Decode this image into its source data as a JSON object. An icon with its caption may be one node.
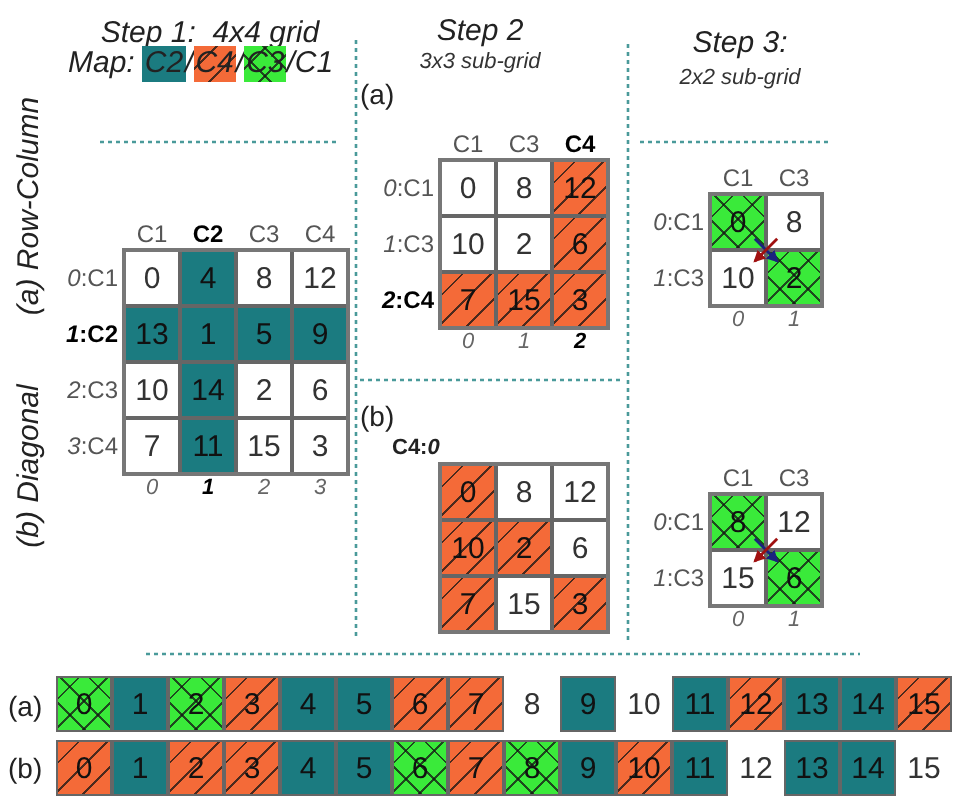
{
  "diagram": {
    "nodes": [
      {
        "text": [
          "0"
        ]
      },
      {
        "text": [
          "4"
        ]
      },
      {
        "text": [
          "8"
        ]
      },
      {
        "text": [
          "12"
        ]
      },
      {
        "text": [
          "13"
        ]
      },
      {
        "text": [
          "1"
        ]
      },
      {
        "text": [
          "5"
        ]
      },
      {
        "text": [
          "9"
        ]
      },
      {
        "text": [
          "10"
        ]
      },
      {
        "text": [
          "14"
        ]
      },
      {
        "text": [
          "2"
        ]
      },
      {
        "text": [
          "6"
        ]
      },
      {
        "text": [
          "7"
        ]
      },
      {
        "text": [
          "11"
        ]
      },
      {
        "text": [
          "15"
        ]
      },
      {
        "text": [
          "3"
        ]
      },
      {
        "text": [
          "0"
        ]
      },
      {
        "text": [
          "8"
        ]
      },
      {
        "text": [
          "12"
        ]
      },
      {
        "text": [
          "10"
        ]
      },
      {
        "text": [
          "2"
        ]
      },
      {
        "text": [
          "6"
        ]
      },
      {
        "text": [
          "7"
        ]
      },
      {
        "text": [
          "15"
        ]
      },
      {
        "text": [
          "3"
        ]
      },
      {
        "text": [
          "0"
        ]
      },
      {
        "text": [
          "8"
        ]
      },
      {
        "text": [
          "10"
        ]
      },
      {
        "text": [
          "2"
        ]
      },
      {
        "text": [
          "0"
        ]
      },
      {
        "text": [
          "8"
        ]
      },
      {
        "text": [
          "12"
        ]
      },
      {
        "text": [
          "10"
        ]
      },
      {
        "text": [
          "2"
        ]
      },
      {
        "text": [
          "6"
        ]
      },
      {
        "text": [
          "7"
        ]
      },
      {
        "text": [
          "15"
        ]
      },
      {
        "text": [
          "3"
        ]
      },
      {
        "text": [
          "8"
        ]
      },
      {
        "text": [
          "12"
        ]
      },
      {
        "text": [
          "15"
        ]
      },
      {
        "text": [
          "6"
        ]
      },
      {
        "text": [
          "0"
        ]
      },
      {
        "text": [
          "1"
        ]
      },
      {
        "text": [
          "2"
        ]
      },
      {
        "text": [
          "3"
        ]
      },
      {
        "text": [
          "4"
        ]
      },
      {
        "text": [
          "5"
        ]
      },
      {
        "text": [
          "6"
        ]
      },
      {
        "text": [
          "7"
        ]
      },
      {
        "text": [
          "8"
        ]
      },
      {
        "text": [
          "9"
        ]
      },
      {
        "text": [
          "10"
        ]
      },
      {
        "text": [
          "11"
        ]
      },
      {
        "text": [
          "12"
        ]
      },
      {
        "text": [
          "13"
        ]
      },
      {
        "text": [
          "14"
        ]
      },
      {
        "text": [
          "15"
        ]
      },
      {
        "text": [
          "0"
        ]
      },
      {
        "text": [
          "1"
        ]
      },
      {
        "text": [
          "2"
        ]
      },
      {
        "text": [
          "3"
        ]
      },
      {
        "text": [
          "4"
        ]
      },
      {
        "text": [
          "5"
        ]
      },
      {
        "text": [
          "6"
        ]
      },
      {
        "text": [
          "7"
        ]
      },
      {
        "text": [
          "8"
        ]
      },
      {
        "text": [
          "9"
        ]
      },
      {
        "text": [
          "10"
        ]
      },
      {
        "text": [
          "11"
        ]
      },
      {
        "text": [
          "12"
        ]
      },
      {
        "text": [
          "13"
        ]
      },
      {
        "text": [
          "14"
        ]
      },
      {
        "text": [
          "15"
        ]
      }
    ],
    "edges": [
      {
        "from": 25,
        "to": 28,
        "arrow": "to",
        "color": "#1a237e"
      },
      {
        "from": 26,
        "to": 27,
        "arrow": "to",
        "color": "#a01010"
      },
      {
        "from": 38,
        "to": 41,
        "arrow": "to",
        "color": "#1a237e"
      },
      {
        "from": 39,
        "to": 40,
        "arrow": "to",
        "color": "#a01010"
      }
    ],
    "labels": [
      "Step 1:  4x4 grid",
      "Map:",
      "/",
      "/",
      "/C1",
      "Step 2",
      "3x3 sub-grid",
      "Step 3:",
      "2x2 sub-grid",
      "(a) Row-Column",
      "(a)",
      "C1",
      "C2",
      "C3",
      "C4",
      "*0*:C1",
      "*1*:C2",
      "*2*:C3",
      "*3*:C4",
      "0",
      "1",
      "2",
      "3",
      "C1",
      "C3",
      "C4",
      "*0*:C1",
      "*1*:C3",
      "*2*:C4",
      "0",
      "1",
      "2",
      "C1",
      "C3",
      "*0*:C1",
      "*1*:C3",
      "0",
      "1",
      "(b) Diagonal",
      "(b)",
      "C4:*0*",
      "C1",
      "C3",
      "*0*:C1",
      "*1*:C3",
      "0",
      "1",
      "(a)",
      "(b)"
    ],
    "legend": [
      {
        "text": "C2",
        "color": "#1b7b80"
      },
      {
        "text": "C4",
        "color": "#f46a38"
      },
      {
        "text": "C3",
        "color": "#3aea3a"
      }
    ]
  }
}
